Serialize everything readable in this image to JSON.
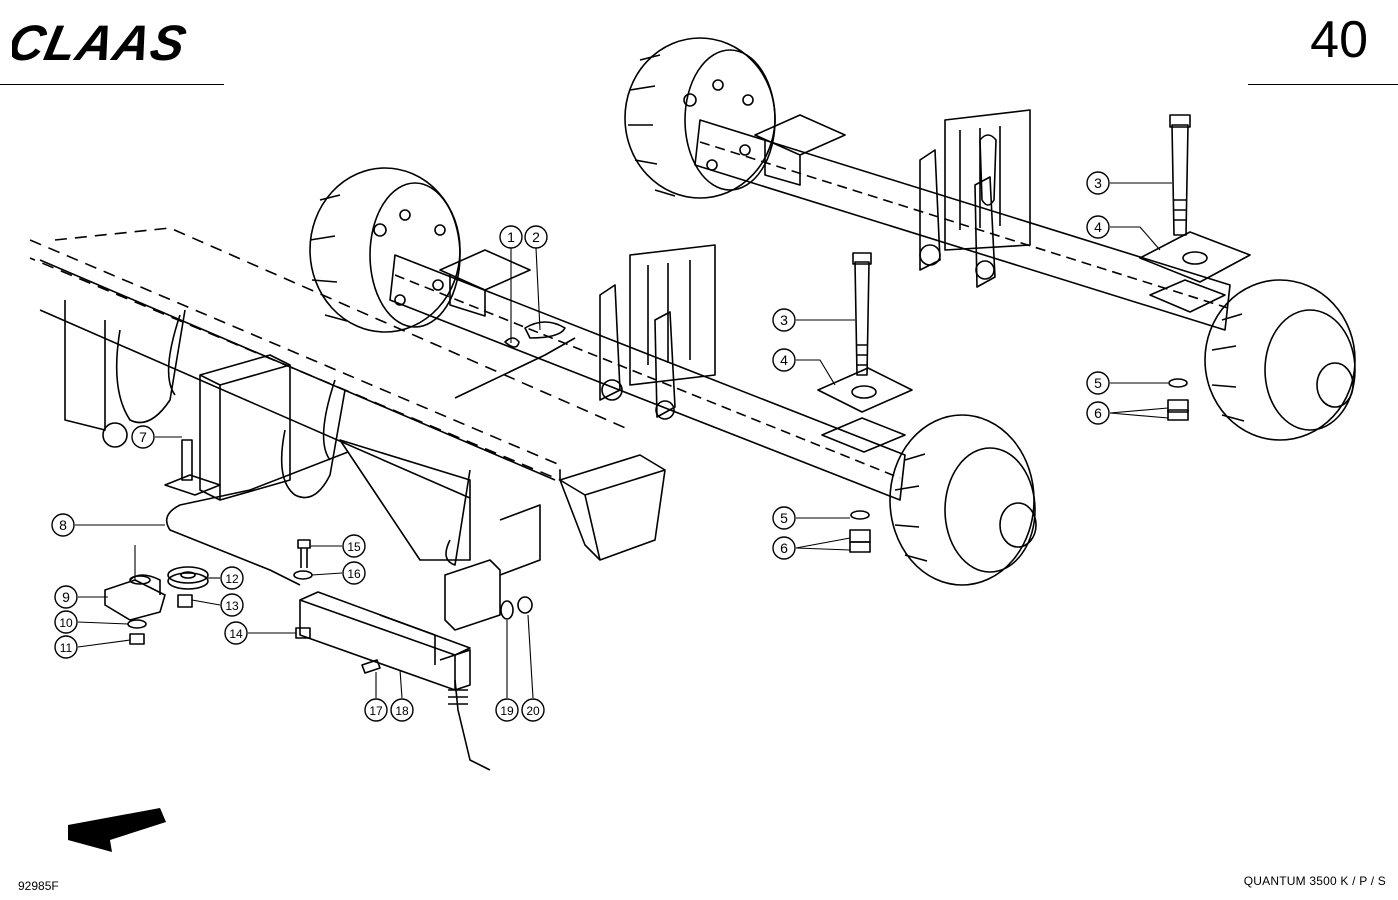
{
  "header": {
    "brand": "CLAAS",
    "page_number": "40"
  },
  "footer": {
    "drawing_number": "92985F",
    "model": "QUANTUM  3500 K / P / S"
  },
  "callouts": [
    {
      "id": "c1",
      "label": "1"
    },
    {
      "id": "c2",
      "label": "2"
    },
    {
      "id": "c3a",
      "label": "3"
    },
    {
      "id": "c3b",
      "label": "3"
    },
    {
      "id": "c4a",
      "label": "4"
    },
    {
      "id": "c4b",
      "label": "4"
    },
    {
      "id": "c5a",
      "label": "5"
    },
    {
      "id": "c5b",
      "label": "5"
    },
    {
      "id": "c6a",
      "label": "6"
    },
    {
      "id": "c6b",
      "label": "6"
    },
    {
      "id": "c7",
      "label": "7"
    },
    {
      "id": "c8",
      "label": "8"
    },
    {
      "id": "c9",
      "label": "9"
    },
    {
      "id": "c10",
      "label": "10"
    },
    {
      "id": "c11",
      "label": "11"
    },
    {
      "id": "c12",
      "label": "12"
    },
    {
      "id": "c13",
      "label": "13"
    },
    {
      "id": "c14",
      "label": "14"
    },
    {
      "id": "c15",
      "label": "15"
    },
    {
      "id": "c16",
      "label": "16"
    },
    {
      "id": "c17",
      "label": "17"
    },
    {
      "id": "c18",
      "label": "18"
    },
    {
      "id": "c19",
      "label": "19"
    },
    {
      "id": "c20",
      "label": "20"
    }
  ],
  "icons": {
    "direction_arrow": "arrow-down-left-icon"
  }
}
